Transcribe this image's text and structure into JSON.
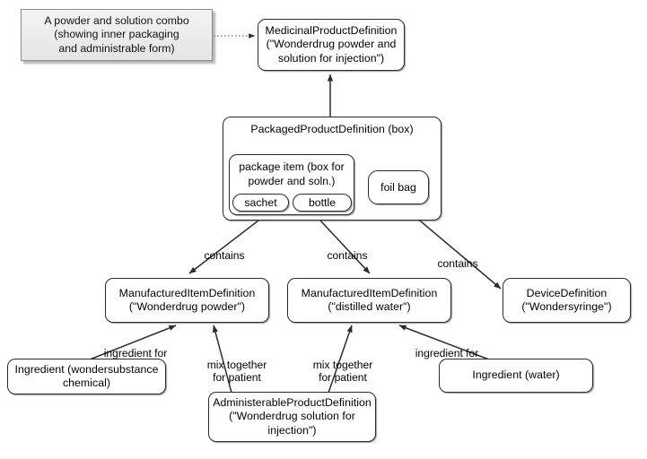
{
  "diagram": {
    "title": "A powder and solution combo (showing inner packaging and administrable form)",
    "note": {
      "text": "A powder and solution combo\n(showing inner packaging\nand administrable form)"
    },
    "nodes": {
      "medicinal_product": "MedicinalProductDefinition\n(\"Wonderdrug powder and\nsolution for injection\")",
      "packaged_product": "PackagedProductDefinition (box)",
      "package_item": "package item (box for\npowder and soln.)",
      "sachet": "sachet",
      "bottle": "bottle",
      "foil_bag": "foil bag",
      "manufactured_powder": "ManufacturedItemDefinition\n(\"Wonderdrug powder\")",
      "manufactured_water": "ManufacturedItemDefinition\n(\"distilled water\")",
      "device": "DeviceDefinition\n(\"Wondersyringe\")",
      "ingredient_chemical": "Ingredient (wondersubstance\nchemical)",
      "ingredient_water": "Ingredient (water)",
      "administerable_product": "AdministerableProductDefinition\n(\"Wonderdrug solution for\ninjection\")"
    },
    "edge_labels": {
      "contains_powder": "contains",
      "contains_water": "contains",
      "contains_device": "contains",
      "ingredient_for_left": "ingredient for",
      "ingredient_for_right": "ingredient for",
      "mix_left": "mix together\nfor patient",
      "mix_right": "mix together\nfor patient"
    },
    "colors": {
      "stroke": "#2b2b2b",
      "note_border": "#8a8a8a",
      "note_fill": "#ececec",
      "background": "#ffffff",
      "text": "#000000"
    }
  }
}
